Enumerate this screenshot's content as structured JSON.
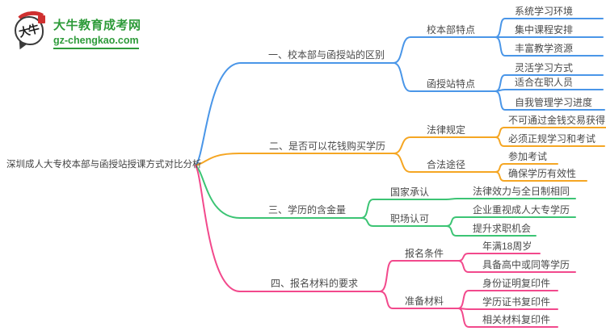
{
  "logo": {
    "icon_text": "大牛",
    "brand": "大牛教育成考网",
    "domain": "gz-chengkao.com",
    "brand_color": "#2e9b3a",
    "icon_red": "#cf3030"
  },
  "root": {
    "title": "深圳成人大专校本部与函授站授课方式对比分析"
  },
  "branches": [
    {
      "label": "一、校本部与函授站的区别",
      "color": "#4a96e8",
      "children": [
        {
          "label": "校本部特点",
          "children": [
            {
              "label": "系统学习环境"
            },
            {
              "label": "集中课程安排"
            },
            {
              "label": "丰富教学资源"
            }
          ]
        },
        {
          "label": "函授站特点",
          "children": [
            {
              "label": "灵活学习方式"
            },
            {
              "label": "适合在职人员"
            },
            {
              "label": "自我管理学习进度"
            }
          ]
        }
      ]
    },
    {
      "label": "二、是否可以花钱购买学历",
      "color": "#f5a623",
      "children": [
        {
          "label": "法律规定",
          "children": [
            {
              "label": "不可通过金钱交易获得"
            },
            {
              "label": "必须正规学习和考试"
            }
          ]
        },
        {
          "label": "合法途径",
          "children": [
            {
              "label": "参加考试"
            },
            {
              "label": "确保学历有效性"
            }
          ]
        }
      ]
    },
    {
      "label": "三、学历的含金量",
      "color": "#3cc474",
      "children": [
        {
          "label": "国家承认",
          "children": [
            {
              "label": "法律效力与全日制相同"
            }
          ]
        },
        {
          "label": "职场认可",
          "children": [
            {
              "label": "企业重视成人大专学历"
            },
            {
              "label": "提升求职机会"
            }
          ]
        }
      ]
    },
    {
      "label": "四、报名材料的要求",
      "color": "#f2498c",
      "children": [
        {
          "label": "报名条件",
          "children": [
            {
              "label": "年满18周岁"
            },
            {
              "label": "具备高中或同等学历"
            }
          ]
        },
        {
          "label": "准备材料",
          "children": [
            {
              "label": "身份证明复印件"
            },
            {
              "label": "学历证书复印件"
            },
            {
              "label": "相关材料复印件"
            }
          ]
        }
      ]
    }
  ]
}
